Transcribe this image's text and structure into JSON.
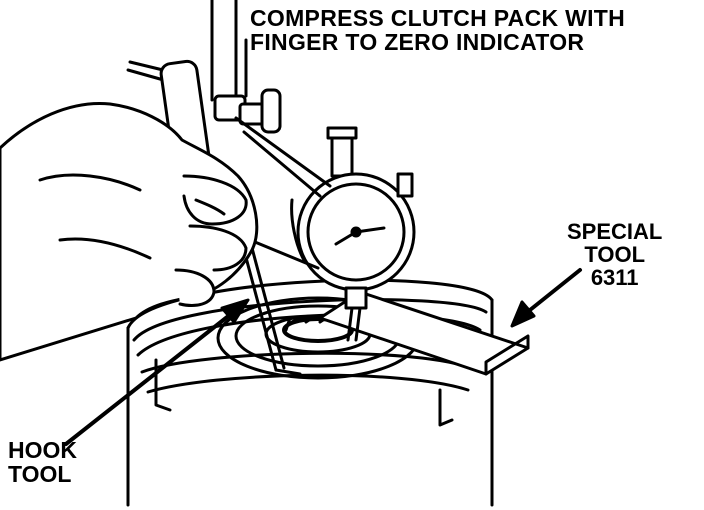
{
  "labels": {
    "instruction": {
      "line1": "COMPRESS CLUTCH PACK WITH",
      "line2": "FINGER TO ZERO INDICATOR"
    },
    "special_tool": {
      "line1": "SPECIAL",
      "line2": "TOOL",
      "line3": "6311"
    },
    "hook_tool": {
      "line1": "HOOK",
      "line2": "TOOL"
    }
  },
  "colors": {
    "ink": "#000000",
    "paper": "#ffffff"
  }
}
